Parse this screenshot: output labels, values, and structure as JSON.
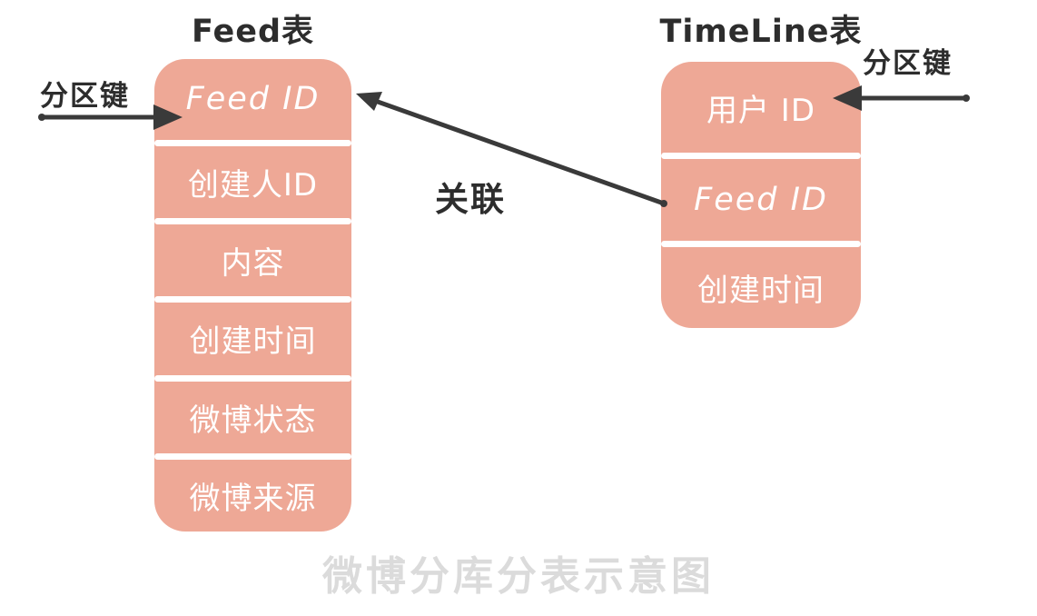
{
  "caption": "微博分库分表示意图",
  "colors": {
    "table_fill": "#EEA896",
    "row_text": "#FFFFFF",
    "ink": "#3A3A3A",
    "caption_text": "#DBDBDB"
  },
  "feed_table": {
    "title": "Feed表",
    "rows": [
      "Feed ID",
      "创建人ID",
      "内容",
      "创建时间",
      "微博状态",
      "微博来源"
    ]
  },
  "timeline_table": {
    "title": "TimeLine表",
    "rows": [
      "用户 ID",
      "Feed ID",
      "创建时间"
    ]
  },
  "labels": {
    "partition_key_left": "分区键",
    "partition_key_right": "分区键",
    "relation": "关联"
  }
}
